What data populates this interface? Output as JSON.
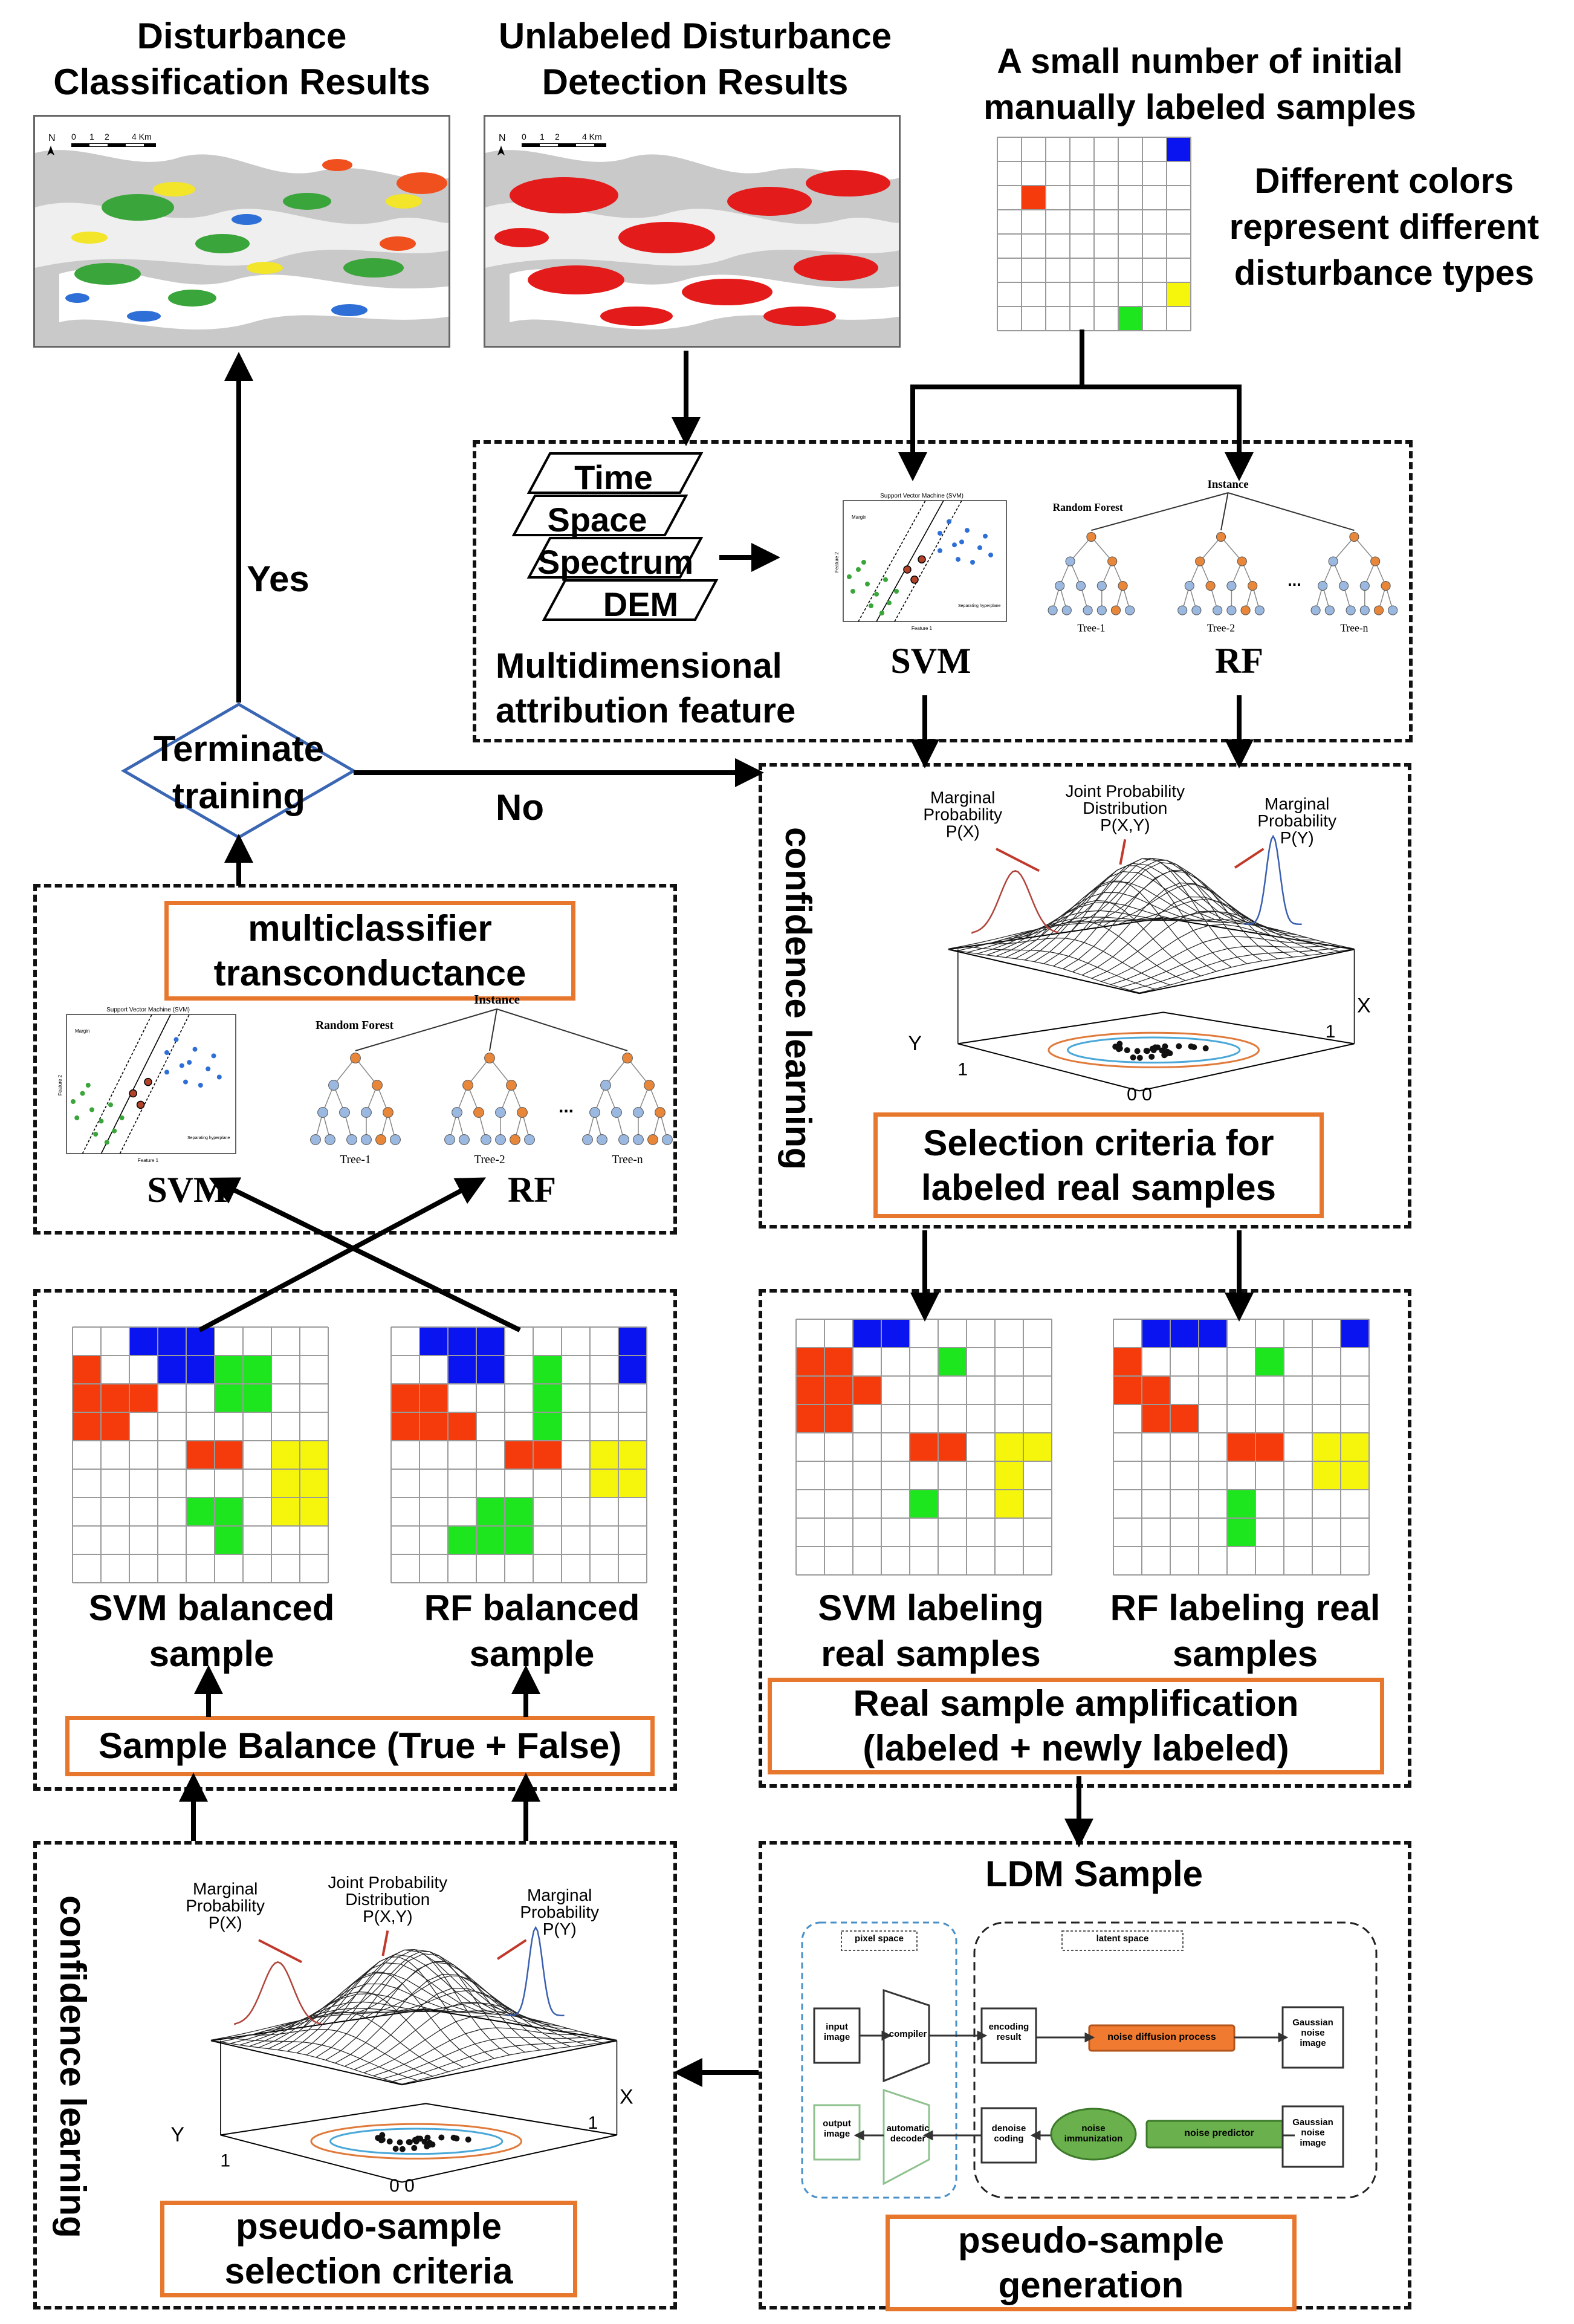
{
  "header": {
    "classification_title": "Disturbance\nClassification Results",
    "detection_title": "Unlabeled Disturbance\nDetection Results",
    "initial_samples_title": "A small number of initial\nmanually labeled samples",
    "colors_note": "Different colors\nrepresent different\ndisturbance types"
  },
  "map": {
    "north": "N",
    "scale_ticks": [
      "0",
      "1",
      "2",
      "4 Km"
    ]
  },
  "features": {
    "layers": [
      "Time",
      "Space",
      "Spectrum",
      "DEM"
    ],
    "caption": "Multidimensional\nattribution feature",
    "svm_label": "SVM",
    "rf_label": "RF",
    "svm_plot_title": "Support Vector Machine (SVM)",
    "svm_margin": "Margin",
    "svm_hyperplane": "Separating hyperplane",
    "svm_feature1": "Feature 1",
    "svm_feature2": "Feature 2",
    "rf_title": "Random Forest",
    "rf_instance": "Instance",
    "rf_trees": [
      "Tree-1",
      "Tree-2",
      "Tree-n"
    ],
    "rf_dots": "..."
  },
  "decision": {
    "label": "Terminate\ntraining",
    "yes": "Yes",
    "no": "No"
  },
  "confidence_top": {
    "vertical_label": "confidence learning",
    "marginal_x": "Marginal\nProbability\nP(X)",
    "joint": "Joint Probability\nDistribution\nP(X,Y)",
    "marginal_y": "Marginal\nProbability\nP(Y)",
    "axis_x": "X",
    "axis_y": "Y",
    "tick_one": "1",
    "tick_zero": "0 0",
    "criteria": "Selection criteria for\nlabeled real samples"
  },
  "multiclassifier": {
    "title": "multiclassifier\ntransconductance",
    "svm_label": "SVM",
    "rf_label": "RF"
  },
  "balance": {
    "svm_caption": "SVM balanced\nsample",
    "rf_caption": "RF balanced\nsample",
    "box_label": "Sample Balance (True + False)"
  },
  "labeling": {
    "svm_caption": "SVM labeling\nreal samples",
    "rf_caption": "RF labeling real\nsamples",
    "amplification": "Real sample amplification\n(labeled + newly labeled)"
  },
  "ldm": {
    "title": "LDM Sample",
    "pixel_space": "pixel space",
    "latent_space": "latent space",
    "input_image": "input\nimage",
    "output_image": "output\nimage",
    "compiler": "compiler",
    "decoder": "automatic\ndecoder",
    "encoding_result": "encoding\nresult",
    "denoise_coding": "denoise\ncoding",
    "noise_diffusion": "noise diffusion process",
    "noise_immunization": "noise\nimmunization",
    "noise_predictor": "noise predictor",
    "gaussian_top": "Gaussian\nnoise\nimage",
    "gaussian_bottom": "Gaussian\nnoise\nimage",
    "generation": "pseudo-sample\ngeneration"
  },
  "confidence_bottom": {
    "vertical_label": "confidence learning",
    "marginal_x": "Marginal\nProbability\nP(X)",
    "joint": "Joint Probability\nDistribution\nP(X,Y)",
    "marginal_y": "Marginal\nProbability\nP(Y)",
    "axis_x": "X",
    "axis_y": "Y",
    "tick_one": "1",
    "tick_zero": "0 0",
    "criteria": "pseudo-sample\nselection criteria"
  },
  "colors": {
    "blue": "#0a14f0",
    "red": "#f53a0c",
    "green": "#1ee61e",
    "yellow": "#f6f60c",
    "orange_border": "#e8772e",
    "grid_line": "#9a9a9a"
  }
}
